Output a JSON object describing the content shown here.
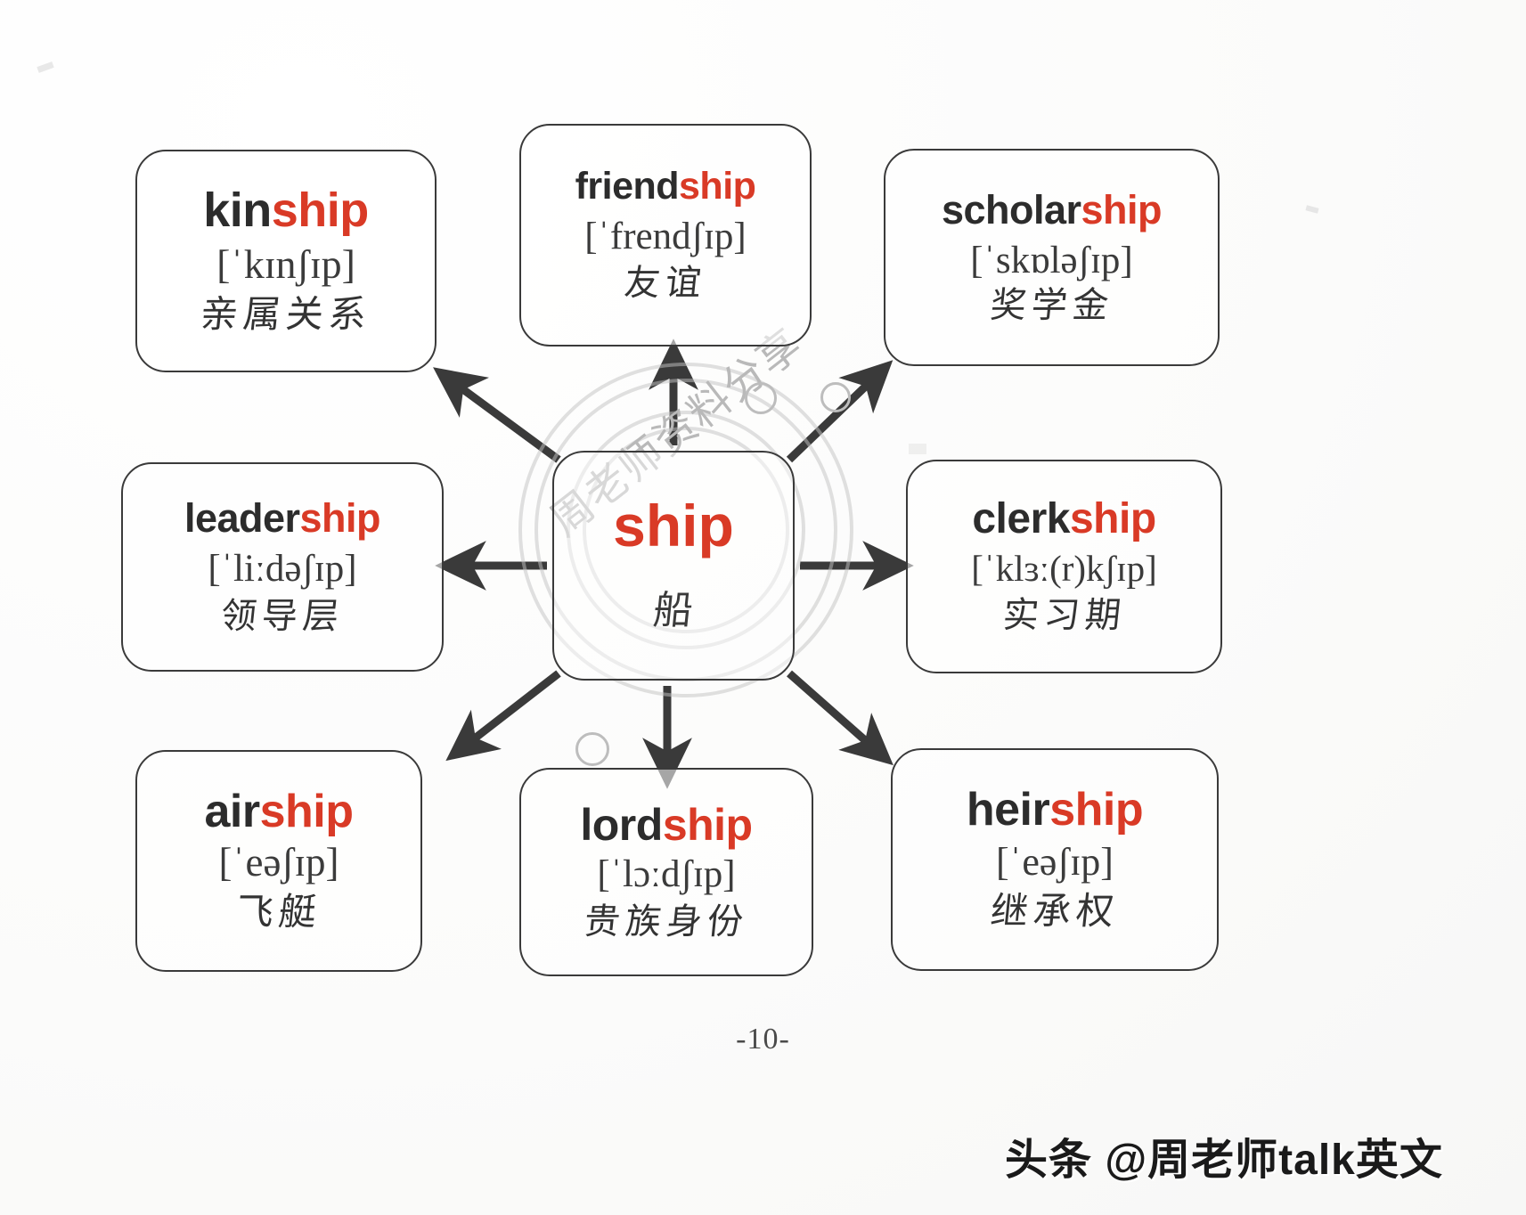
{
  "document": {
    "type": "english-suffix-mindmap",
    "page_number": "-10-",
    "attribution": "头条 @周老师talk英文",
    "watermark_text": "周老师资料分享",
    "accent_color": "#d93a26",
    "text_color": "#2c2c2c",
    "border_color": "#3a3a3a"
  },
  "center": {
    "word_prefix": "",
    "word_suffix": "ship",
    "translation": "船"
  },
  "nodes": [
    {
      "id": "kinship",
      "stem": "kin",
      "suffix": "ship",
      "word": "kinship",
      "ipa": "[ˈkɪnʃɪp]",
      "translation": "亲属关系",
      "position": "top-left"
    },
    {
      "id": "friendship",
      "stem": "friend",
      "suffix": "ship",
      "word": "friendship",
      "ipa": "[ˈfrendʃɪp]",
      "translation": "友谊",
      "position": "top-center"
    },
    {
      "id": "scholarship",
      "stem": "scholar",
      "suffix": "ship",
      "word": "scholarship",
      "ipa": "[ˈskɒləʃɪp]",
      "translation": "奖学金",
      "position": "top-right"
    },
    {
      "id": "leadership",
      "stem": "leader",
      "suffix": "ship",
      "word": "leadership",
      "ipa": "[ˈliːdəʃɪp]",
      "translation": "领导层",
      "position": "middle-left"
    },
    {
      "id": "clerkship",
      "stem": "clerk",
      "suffix": "ship",
      "word": "clerkship",
      "ipa": "[ˈklɜː(r)kʃɪp]",
      "translation": "实习期",
      "position": "middle-right"
    },
    {
      "id": "airship",
      "stem": "air",
      "suffix": "ship",
      "word": "airship",
      "ipa": "[ˈeəʃɪp]",
      "translation": "飞艇",
      "position": "bottom-left"
    },
    {
      "id": "lordship",
      "stem": "lord",
      "suffix": "ship",
      "word": "lordship",
      "ipa": "[ˈlɔːdʃɪp]",
      "translation": "贵族身份",
      "position": "bottom-center"
    },
    {
      "id": "heirship",
      "stem": "heir",
      "suffix": "ship",
      "word": "heirship",
      "ipa": "[ˈeəʃɪp]",
      "translation": "继承权",
      "position": "bottom-right"
    }
  ]
}
